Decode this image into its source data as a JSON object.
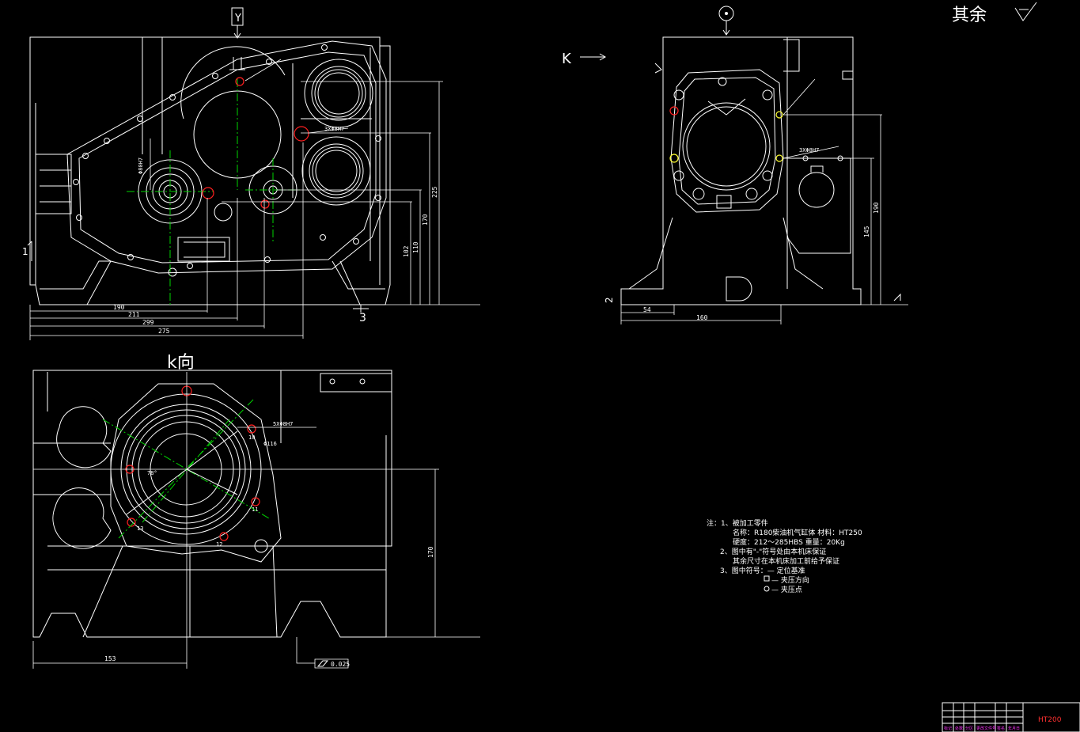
{
  "labels": {
    "view_y": "Y",
    "view_k_arrow": "K",
    "view_k_title": "k向",
    "roughness_rest": "其余",
    "section_1": "1",
    "section_2": "2",
    "section_3": "3"
  },
  "dims_front": {
    "d190": "190",
    "d211": "211",
    "d299": "299",
    "d275": "275",
    "d102": "102",
    "d110": "110",
    "d170": "170",
    "d225": "225",
    "dbore": "Φ80H7",
    "dholes": "3XΦ8H7"
  },
  "dims_side": {
    "d54": "54",
    "d160": "160",
    "d145": "145",
    "d190": "190",
    "dholes": "3XΦ8H7"
  },
  "dims_k": {
    "d153": "153",
    "d170": "170",
    "dholes": "5XΦ8H7",
    "dbore": "Φ116",
    "angle": "78°",
    "flatness": "0.025"
  },
  "hole_labels": [
    "10",
    "11",
    "12",
    "13"
  ],
  "notes": {
    "l1": "注：1、被加工零件",
    "l2": "名称：R180柴油机气缸体    材料：HT250",
    "l3": "硬度：212～285HBS          重量：20Kg",
    "l4": "2、图中有\"-\"符号处由本机床保证",
    "l5": "其余尺寸在本机床加工前给予保证",
    "l6": "3、图中符号：—  定位基准",
    "l7": "—  夹压方向",
    "l8": "—  夹压点"
  },
  "title_block": {
    "material": "HT200",
    "row": [
      "标记",
      "处数",
      "分区",
      "更改文件号",
      "签名",
      "年月日"
    ]
  },
  "colors": {
    "background": "#000000",
    "line": "#ffffff",
    "centerline": "#00d400",
    "highlight": "#ff2020",
    "marker": "#ffff33",
    "title_text": "#ff33ff"
  }
}
